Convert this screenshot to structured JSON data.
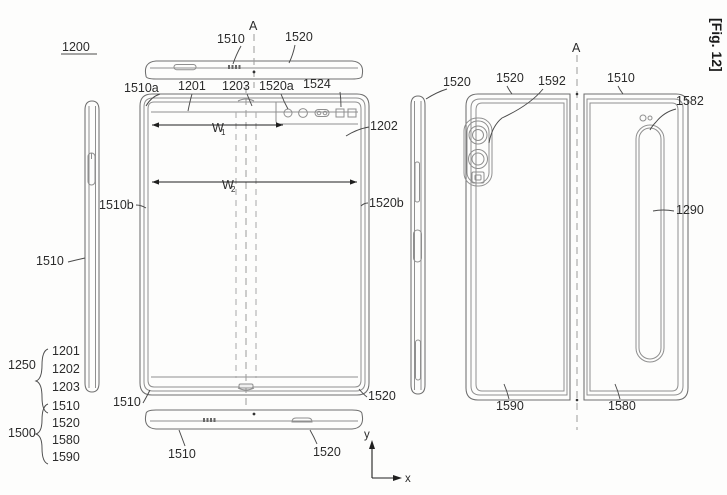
{
  "figure": {
    "tag": "[Fig. 12]",
    "assembly_id": "1200",
    "section_marks": [
      "A",
      "A"
    ],
    "axis": {
      "x_label": "x",
      "y_label": "y"
    }
  },
  "dimensions": {
    "w1": "W",
    "w1_sub": "1",
    "w2": "W",
    "w2_sub": "2"
  },
  "brackets": [
    {
      "group": "1250",
      "members": [
        "1201",
        "1202",
        "1203"
      ]
    },
    {
      "group": "1500",
      "members": [
        "1510",
        "1520",
        "1580",
        "1590"
      ]
    }
  ],
  "labels": {
    "top_view_left": "1510",
    "top_view_right": "1520",
    "front_1510a": "1510a",
    "front_1201": "1201",
    "front_1203": "1203",
    "front_1520a": "1520a",
    "front_1524": "1524",
    "front_1202": "1202",
    "front_1510b": "1510b",
    "front_1520b": "1520b",
    "front_bottom_left": "1510",
    "front_bottom_right": "1520",
    "side_left_1510": "1510",
    "side_right_1520": "1520",
    "bottom_view_left": "1510",
    "bottom_view_right": "1520",
    "back_1520": "1520",
    "back_1592": "1592",
    "back_1510": "1510",
    "back_1582": "1582",
    "back_1290": "1290",
    "back_1590": "1590",
    "back_1580": "1580"
  },
  "components": {
    "front_sensor_cluster": [
      "camera-circle-1",
      "camera-circle-2",
      "sensor-pill",
      "sensor-square-1",
      "sensor-square-2"
    ],
    "rear_camera_module": [
      "rear-lens-1",
      "rear-lens-2",
      "rear-flash-square"
    ],
    "top_edge": [
      "speaker-pill",
      "mic-grille"
    ],
    "bottom_edge": [
      "mic-grille",
      "usb-port"
    ],
    "side_buttons": [
      "volume-key",
      "power-key"
    ]
  }
}
